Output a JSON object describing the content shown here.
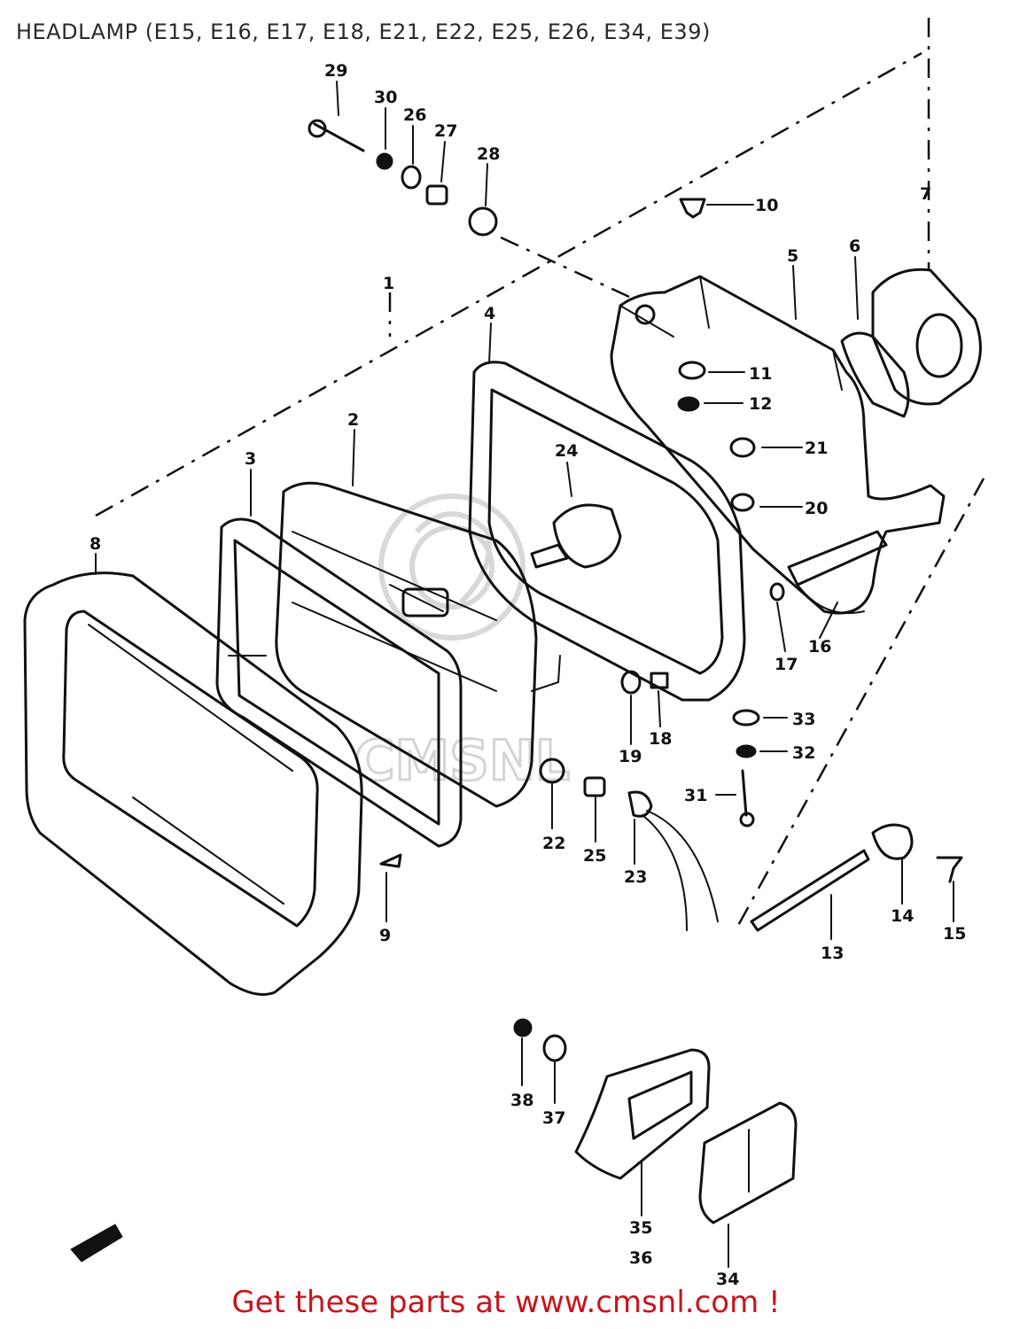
{
  "title": "HEADLAMP (E15, E16, E17, E18, E21, E22, E25, E26, E34, E39)",
  "footer": "Get these parts at www.cmsnl.com !",
  "callouts": {
    "p1": "1",
    "p2": "2",
    "p3": "3",
    "p4": "4",
    "p5": "5",
    "p6": "6",
    "p7": "7",
    "p8": "8",
    "p9": "9",
    "p10": "10",
    "p11": "11",
    "p12": "12",
    "p13": "13",
    "p14": "14",
    "p15": "15",
    "p16": "16",
    "p17": "17",
    "p18": "18",
    "p19": "19",
    "p20": "20",
    "p21": "21",
    "p22": "22",
    "p23": "23",
    "p24": "24",
    "p25": "25",
    "p26": "26",
    "p27": "27",
    "p28": "28",
    "p29": "29",
    "p30": "30",
    "p31": "31",
    "p32": "32",
    "p33": "33",
    "p34": "34",
    "p35": "35",
    "p36": "36",
    "p37": "37",
    "p38": "38"
  },
  "watermark": "CMSNL",
  "colors": {
    "footer_text": "#c8141e",
    "title_text": "#2a2a2a",
    "line_art": "#111111",
    "watermark": "#d8d8d8"
  }
}
